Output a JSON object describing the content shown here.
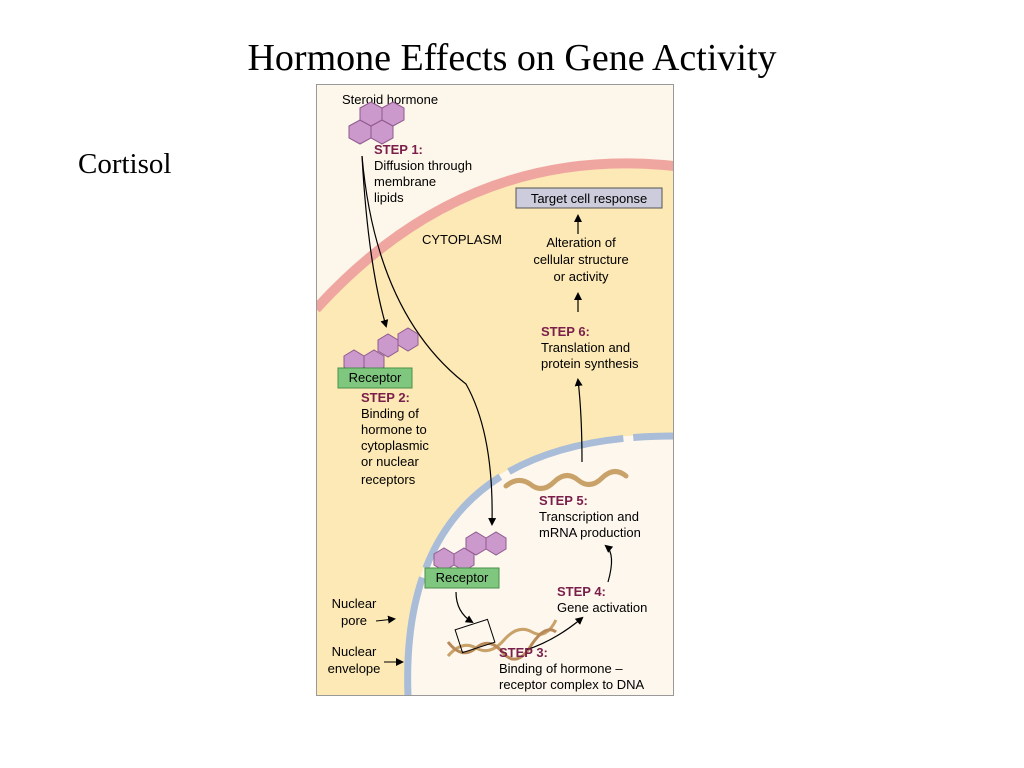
{
  "slide": {
    "title": "Hormone Effects on Gene Activity",
    "side_label": "Cortisol"
  },
  "diagram": {
    "steroid_label": "Steroid hormone",
    "cytoplasm_label": "CYTOPLASM",
    "target_response": "Target cell response",
    "alteration": [
      "Alteration of",
      "cellular structure",
      "or activity"
    ],
    "receptor_label": "Receptor",
    "nuclear_pore": [
      "Nuclear",
      "pore"
    ],
    "nuclear_envelope": [
      "Nuclear",
      "envelope"
    ],
    "steps": [
      {
        "title": "STEP 1:",
        "lines": [
          "Diffusion through",
          "membrane",
          "lipids"
        ]
      },
      {
        "title": "STEP 2:",
        "lines": [
          "Binding of",
          "hormone to",
          "cytoplasmic",
          "or nuclear",
          "receptors"
        ]
      },
      {
        "title": "STEP 3:",
        "lines": [
          "Binding of hormone –",
          "receptor complex to DNA"
        ]
      },
      {
        "title": "STEP 4:",
        "lines": [
          "Gene activation"
        ]
      },
      {
        "title": "STEP 5:",
        "lines": [
          "Transcription and",
          "mRNA production"
        ]
      },
      {
        "title": "STEP 6:",
        "lines": [
          "Translation and",
          "protein synthesis"
        ]
      }
    ],
    "colors": {
      "cytoplasm": "#fde9b5",
      "extracellular": "#fdf6ea",
      "membrane": "#f0a6a0",
      "nucleoplasm": "#fdf7ee",
      "envelope": "#a9bcd8",
      "hormone": "#cc99cc",
      "receptor": "#7fc77f",
      "step_title": "#7a1f4a",
      "mrna": "#c9a26a"
    }
  }
}
